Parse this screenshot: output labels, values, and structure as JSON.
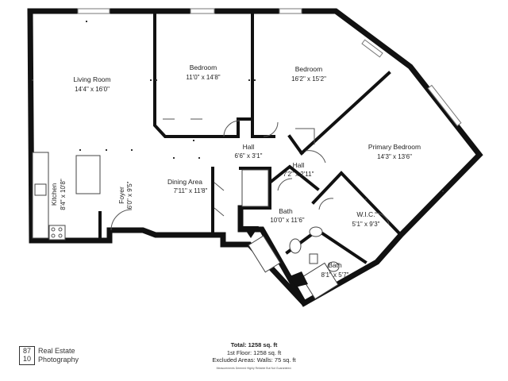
{
  "rooms": {
    "living_room": {
      "name": "Living Room",
      "dims": "14'4\" x 16'0\""
    },
    "bedroom_1": {
      "name": "Bedroom",
      "dims": "11'0\" x 14'8\""
    },
    "bedroom_2": {
      "name": "Bedroom",
      "dims": "16'2\" x 15'2\""
    },
    "primary_bedroom": {
      "name": "Primary Bedroom",
      "dims": "14'3\" x 13'6\""
    },
    "hall_1": {
      "name": "Hall",
      "dims": "6'6\" x 3'1\""
    },
    "hall_2": {
      "name": "Hall",
      "dims": "7'2\" x 2'11\""
    },
    "kitchen": {
      "name": "Kitchen",
      "dims": "8'4\" x 10'8\""
    },
    "foyer": {
      "name": "Foyer",
      "dims": "6'0\" x 9'5\""
    },
    "dining_area": {
      "name": "Dining Area",
      "dims": "7'11\" x 11'8\""
    },
    "bath_1": {
      "name": "Bath",
      "dims": "10'0\" x 11'6\""
    },
    "wic": {
      "name": "W.I.C.",
      "dims": "5'1\" x 9'3\""
    },
    "bath_2": {
      "name": "Bath",
      "dims": "8'1\" x 5'7\""
    }
  },
  "summary": {
    "total": "Total: 1258 sq. ft",
    "first_floor": "1st Floor: 1258 sq. ft",
    "excluded": "Excluded Areas: Walls: 75 sq. ft",
    "disclaimer": "Measurements Deemed Highly Reliable But Not Guaranteed."
  },
  "branding": {
    "logo_top": "87",
    "logo_bottom": "10",
    "name_line1": "Real Estate",
    "name_line2": "Photography"
  },
  "colors": {
    "wall": "#111111",
    "background": "#ffffff"
  }
}
